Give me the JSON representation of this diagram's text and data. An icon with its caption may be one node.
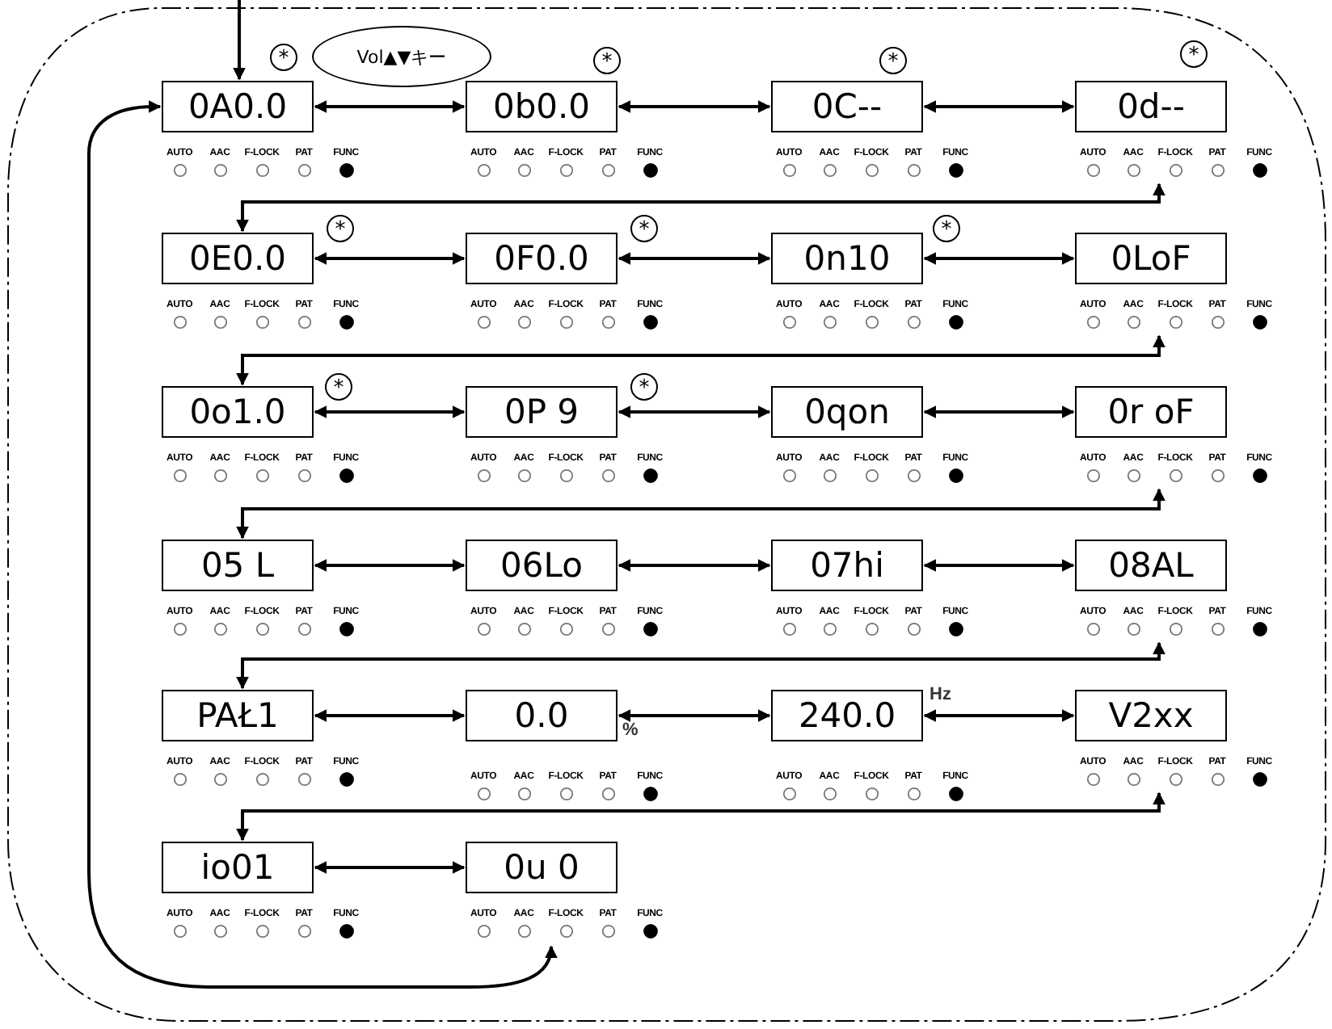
{
  "diagram": {
    "nodes": [
      {
        "text": [
          "Vol▲▼キー"
        ]
      },
      {
        "text": [
          "0A0.0"
        ],
        "beside": [
          "AUTO",
          "AAC",
          "F-LOCK",
          "PAT",
          "FUNC"
        ]
      },
      {
        "text": [
          "0b0.0"
        ],
        "beside": [
          "AUTO",
          "AAC",
          "F-LOCK",
          "PAT",
          "FUNC"
        ]
      },
      {
        "text": [
          "0C--"
        ],
        "beside": [
          "AUTO",
          "AAC",
          "F-LOCK",
          "PAT",
          "FUNC"
        ]
      },
      {
        "text": [
          "0d--"
        ],
        "beside": [
          "AUTO",
          "AAC",
          "F-LOCK",
          "PAT",
          "FUNC"
        ]
      },
      {
        "text": [
          "0E0.0"
        ],
        "beside": [
          "AUTO",
          "AAC",
          "F-LOCK",
          "PAT",
          "FUNC"
        ]
      },
      {
        "text": [
          "0F0.0"
        ],
        "beside": [
          "AUTO",
          "AAC",
          "F-LOCK",
          "PAT",
          "FUNC"
        ]
      },
      {
        "text": [
          "0n10"
        ],
        "beside": [
          "AUTO",
          "AAC",
          "F-LOCK",
          "PAT",
          "FUNC"
        ]
      },
      {
        "text": [
          "0LoF"
        ],
        "beside": [
          "AUTO",
          "AAC",
          "F-LOCK",
          "PAT",
          "FUNC"
        ]
      },
      {
        "text": [
          "0o1.0"
        ],
        "beside": [
          "AUTO",
          "AAC",
          "F-LOCK",
          "PAT",
          "FUNC"
        ]
      },
      {
        "text": [
          "0P 9"
        ],
        "beside": [
          "AUTO",
          "AAC",
          "F-LOCK",
          "PAT",
          "FUNC"
        ]
      },
      {
        "text": [
          "0qon"
        ],
        "beside": [
          "AUTO",
          "AAC",
          "F-LOCK",
          "PAT",
          "FUNC"
        ]
      },
      {
        "text": [
          "0r oF"
        ],
        "beside": [
          "AUTO",
          "AAC",
          "F-LOCK",
          "PAT",
          "FUNC"
        ]
      },
      {
        "text": [
          "05 L"
        ],
        "beside": [
          "AUTO",
          "AAC",
          "F-LOCK",
          "PAT",
          "FUNC"
        ]
      },
      {
        "text": [
          "06Lo"
        ],
        "beside": [
          "AUTO",
          "AAC",
          "F-LOCK",
          "PAT",
          "FUNC"
        ]
      },
      {
        "text": [
          "07hi"
        ],
        "beside": [
          "AUTO",
          "AAC",
          "F-LOCK",
          "PAT",
          "FUNC"
        ]
      },
      {
        "text": [
          "08AL"
        ],
        "beside": [
          "AUTO",
          "AAC",
          "F-LOCK",
          "PAT",
          "FUNC"
        ]
      },
      {
        "text": [
          "PAŁ1"
        ],
        "beside": [
          "AUTO",
          "AAC",
          "F-LOCK",
          "PAT",
          "FUNC"
        ]
      },
      {
        "text": [
          "0.0"
        ],
        "beside": [
          "%",
          "AUTO",
          "AAC",
          "F-LOCK",
          "PAT",
          "FUNC"
        ]
      },
      {
        "text": [
          "240.0"
        ],
        "beside": [
          "Hz",
          "AUTO",
          "AAC",
          "F-LOCK",
          "PAT",
          "FUNC"
        ]
      },
      {
        "text": [
          "V2xx"
        ],
        "beside": [
          "AUTO",
          "AAC",
          "F-LOCK",
          "PAT",
          "FUNC"
        ]
      },
      {
        "text": [
          "io01"
        ],
        "beside": [
          "AUTO",
          "AAC",
          "F-LOCK",
          "PAT",
          "FUNC"
        ]
      },
      {
        "text": [
          "0u 0"
        ],
        "beside": [
          "AUTO",
          "AAC",
          "F-LOCK",
          "PAT",
          "FUNC"
        ]
      }
    ],
    "edges": [
      {
        "from": null,
        "to": 1,
        "arrow": "to"
      },
      {
        "from": 1,
        "to": 2,
        "arrow": "both"
      },
      {
        "from": 2,
        "to": 3,
        "arrow": "both"
      },
      {
        "from": 3,
        "to": 4,
        "arrow": "both"
      },
      {
        "from": 4,
        "to": 5,
        "arrow": "both"
      },
      {
        "from": 5,
        "to": 6,
        "arrow": "both"
      },
      {
        "from": 6,
        "to": 7,
        "arrow": "both"
      },
      {
        "from": 7,
        "to": 8,
        "arrow": "both"
      },
      {
        "from": 8,
        "to": 9,
        "arrow": "both"
      },
      {
        "from": 9,
        "to": 10,
        "arrow": "both"
      },
      {
        "from": 10,
        "to": 11,
        "arrow": "both"
      },
      {
        "from": 11,
        "to": 12,
        "arrow": "both"
      },
      {
        "from": 12,
        "to": 13,
        "arrow": "both"
      },
      {
        "from": 13,
        "to": 14,
        "arrow": "both"
      },
      {
        "from": 14,
        "to": 15,
        "arrow": "both"
      },
      {
        "from": 15,
        "to": 16,
        "arrow": "both"
      },
      {
        "from": 16,
        "to": 17,
        "arrow": "both"
      },
      {
        "from": 17,
        "to": 18,
        "arrow": "both"
      },
      {
        "from": 18,
        "to": 19,
        "arrow": "both"
      },
      {
        "from": 19,
        "to": 20,
        "arrow": "both"
      },
      {
        "from": 20,
        "to": 21,
        "arrow": "both"
      },
      {
        "from": 21,
        "to": 22,
        "arrow": "both"
      },
      {
        "from": 22,
        "to": 1,
        "arrow": "both"
      }
    ],
    "labels": [
      "*",
      "*",
      "*",
      "*",
      "*",
      "*",
      "*",
      "*",
      "*"
    ]
  }
}
